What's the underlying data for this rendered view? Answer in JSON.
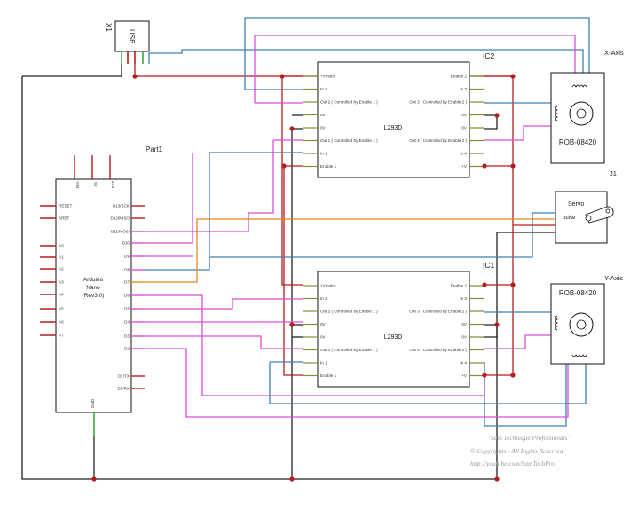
{
  "usb": {
    "ref": "X1",
    "label": "USB"
  },
  "arduino": {
    "ref": "Part1",
    "name_lines": [
      "Arduino",
      "Nano",
      "(Rev3.0)"
    ],
    "top_pins": [
      "VIN",
      "5V",
      "3V3"
    ],
    "bottom_pin": "GND",
    "left_pins": [
      "RESET",
      "AREF",
      "A0",
      "A1",
      "A2",
      "A3",
      "A4",
      "A5",
      "A6",
      "A7"
    ],
    "right_pins": [
      "D13/SCK",
      "D12/MISO",
      "D11/MOSI",
      "D10",
      "D9",
      "D8",
      "D7",
      "D6",
      "D5",
      "D4",
      "D3",
      "D2",
      "D1/TX",
      "D0/RX"
    ]
  },
  "ic2": {
    "ref": "IC2",
    "part": "L293D"
  },
  "ic1": {
    "ref": "IC1",
    "part": "L293D"
  },
  "l293d": {
    "left_pins": [
      "+Vmotor",
      "In 2",
      "Out 2 ( Controlled by Enable 1 )",
      "0V",
      "0V",
      "Out 1 ( Controlled by Enable 1 )",
      "In 1",
      "Enable 1"
    ],
    "right_pins": [
      "Enable 2",
      "In 3",
      "Out 3 ( Controlled by Enable 2 )",
      "0V",
      "0V",
      "Out 4 ( Controlled by Enable 2 )",
      "In 4",
      "+V"
    ]
  },
  "motor_x": {
    "axis": "X-Axis",
    "part": "ROB-08420"
  },
  "motor_y": {
    "axis": "Y-Axis",
    "part": "ROB-08420"
  },
  "servo": {
    "ref": "J1",
    "name": "Servo",
    "pulse": "pulse"
  },
  "watermark": {
    "line1": "\"Sam Technique Professionals\"",
    "line2": "© Copyrights - All Rights Reserved",
    "line3": "http://youtube.com/SamTechPro"
  },
  "colors": {
    "red": "#b71c1c",
    "black": "#222222",
    "blue": "#3f7fb3",
    "magenta": "#d84ed8",
    "green": "#3ea83e",
    "orange": "#e08a1e",
    "olive": "#8a8a33"
  }
}
